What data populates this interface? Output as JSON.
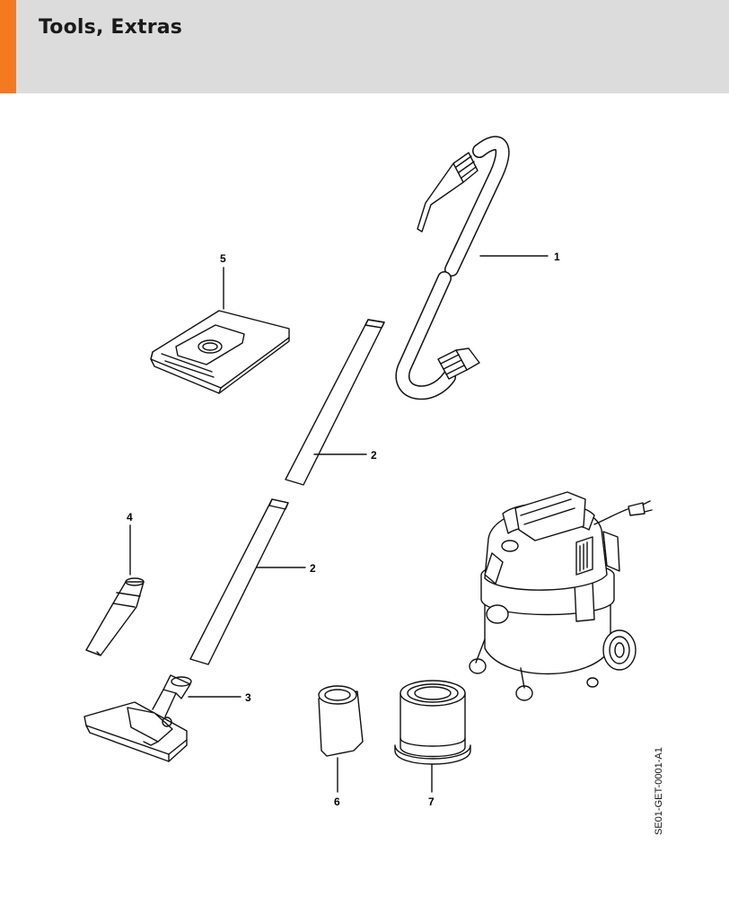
{
  "header": {
    "title": "Tools, Extras",
    "accent_color": "#f37a1f",
    "band_color": "#dcdcdc"
  },
  "callouts": {
    "hose": "1",
    "tube_upper": "2",
    "tube_lower": "2",
    "floor_nozzle": "3",
    "crevice_nozzle": "4",
    "filter_bag": "5",
    "filter_sleeve": "6",
    "cartridge_filter": "7"
  },
  "reference_code": "SE01-GET-0001-A1"
}
